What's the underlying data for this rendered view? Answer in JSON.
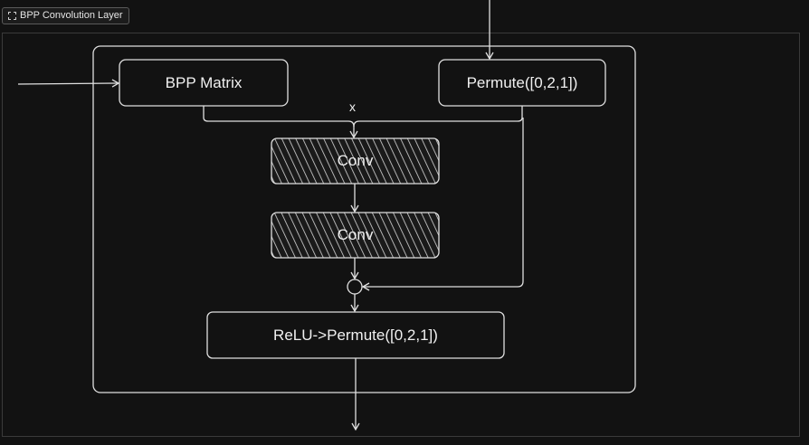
{
  "frame": {
    "label": "BPP Convolution Layer",
    "icon": "frame-icon"
  },
  "nodes": {
    "bpp_matrix": "BPP Matrix",
    "permute_top": "Permute([0,2,1])",
    "conv1": "Conv",
    "conv2": "Conv",
    "relu_permute": "ReLU->Permute([0,2,1])"
  },
  "edge_labels": {
    "multiply": "x"
  },
  "colors": {
    "background": "#121212",
    "stroke": "#e0e0e0",
    "hatch_fill": "#2a2a2a"
  }
}
